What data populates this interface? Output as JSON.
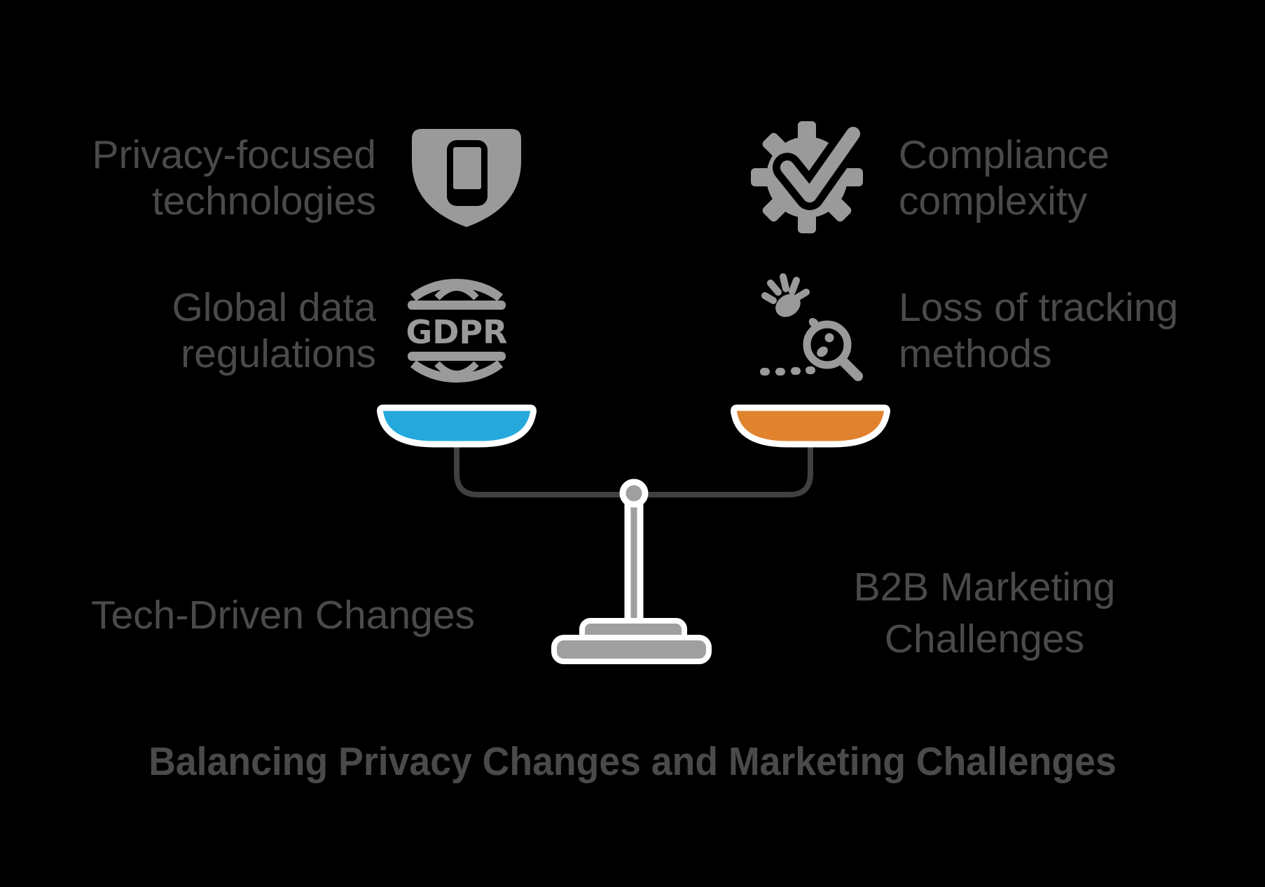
{
  "title": {
    "text": "Balancing Privacy Changes and Marketing Challenges"
  },
  "left_side": {
    "label": "Tech-Driven Changes",
    "items": [
      {
        "line1": "Privacy-focused",
        "line2": "technologies",
        "icon": "shield-phone-icon"
      },
      {
        "line1": "Global data",
        "line2": "regulations",
        "icon": "gdpr-globe-icon",
        "icon_text": "GDPR"
      }
    ]
  },
  "right_side": {
    "label_line1": "B2B Marketing",
    "label_line2": "Challenges",
    "items": [
      {
        "line1": "Compliance",
        "line2": "complexity",
        "icon": "gear-checkmark-icon"
      },
      {
        "line1": "Loss of tracking",
        "line2": "methods",
        "icon": "tracking-magnifier-icon"
      }
    ]
  },
  "scale": {
    "left_pan_color": "#25a9dc",
    "right_pan_color": "#e0822e",
    "structure_color": "#9f9f9f",
    "beam_color": "#3f4041",
    "outline_color": "#ffffff"
  },
  "colors": {
    "background": "#000000",
    "text": "#4a4a4c",
    "icon_gray": "#9a9a9a"
  }
}
